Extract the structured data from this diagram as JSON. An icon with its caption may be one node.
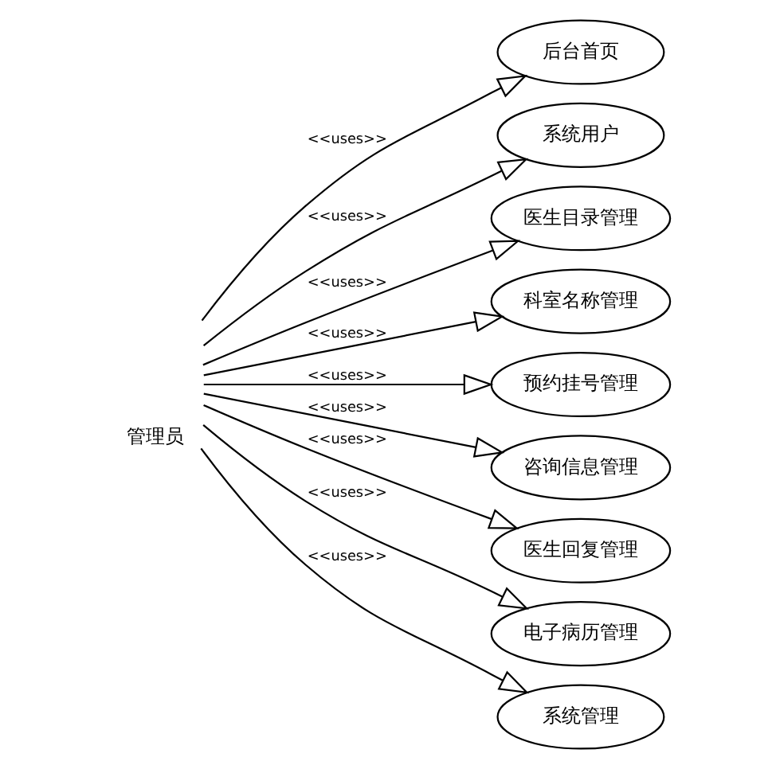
{
  "diagram": {
    "nodes": [
      {
        "text": [
          "管理员"
        ]
      },
      {
        "text": [
          "后台首页"
        ]
      },
      {
        "text": [
          "系统用户"
        ]
      },
      {
        "text": [
          "医生目录管理"
        ]
      },
      {
        "text": [
          "科室名称管理"
        ]
      },
      {
        "text": [
          "预约挂号管理"
        ]
      },
      {
        "text": [
          "咨询信息管理"
        ]
      },
      {
        "text": [
          "医生回复管理"
        ]
      },
      {
        "text": [
          "电子病历管理"
        ]
      },
      {
        "text": [
          "系统管理"
        ]
      }
    ],
    "edges": [
      {
        "from": 0,
        "to": 1,
        "arrow": "to",
        "label": "<<uses>>"
      },
      {
        "from": 0,
        "to": 2,
        "arrow": "to",
        "label": "<<uses>>"
      },
      {
        "from": 0,
        "to": 3,
        "arrow": "to",
        "label": "<<uses>>"
      },
      {
        "from": 0,
        "to": 4,
        "arrow": "to",
        "label": "<<uses>>"
      },
      {
        "from": 0,
        "to": 5,
        "arrow": "to",
        "label": "<<uses>>"
      },
      {
        "from": 0,
        "to": 6,
        "arrow": "to",
        "label": "<<uses>>"
      },
      {
        "from": 0,
        "to": 7,
        "arrow": "to",
        "label": "<<uses>>"
      },
      {
        "from": 0,
        "to": 8,
        "arrow": "to",
        "label": "<<uses>>"
      },
      {
        "from": 0,
        "to": 9,
        "arrow": "to",
        "label": "<<uses>>"
      }
    ]
  }
}
